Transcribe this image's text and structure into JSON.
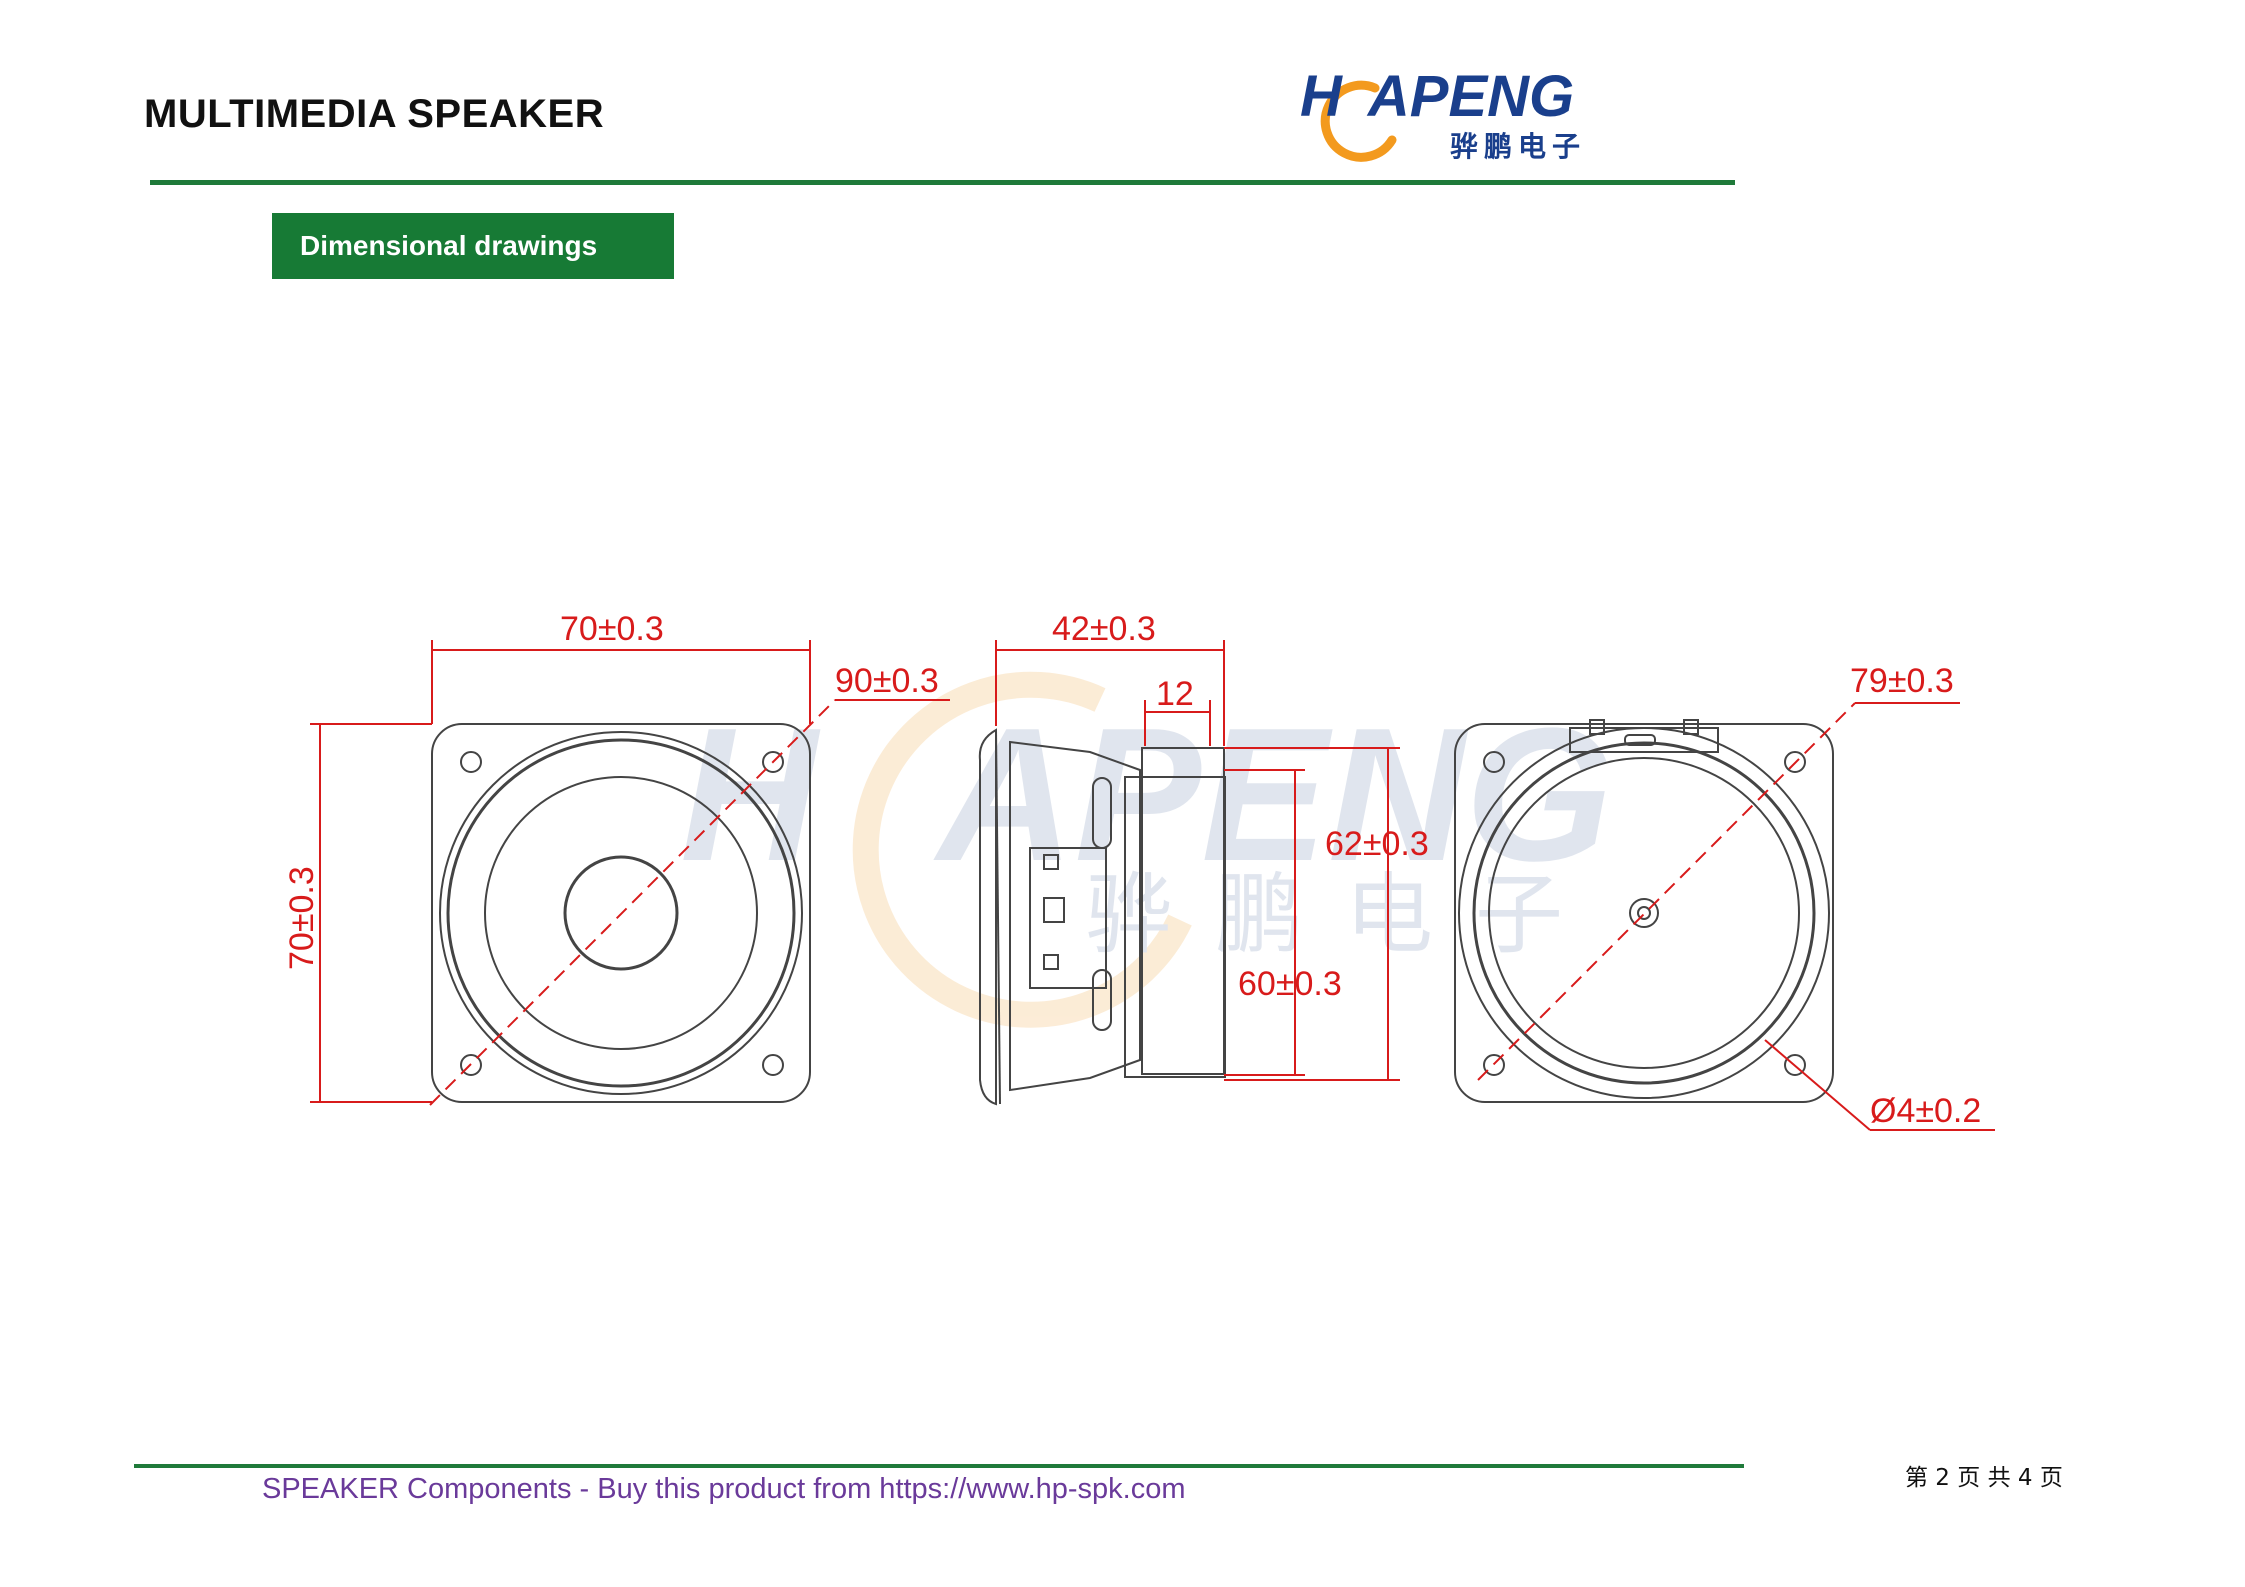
{
  "header": {
    "title": "MULTIMEDIA SPEAKER",
    "logo": {
      "name": "HUAPENG",
      "name_prefix": "H",
      "name_suffix": "APENG",
      "subtitle": "骅鹏电子",
      "color_primary": "#1a3f8c",
      "color_accent": "#f39a1e"
    }
  },
  "section": {
    "label": "Dimensional drawings",
    "color": "#177a35"
  },
  "drawing": {
    "front": {
      "width_label": "70±0.3",
      "height_label": "70±0.3",
      "diagonal_label": "90±0.3"
    },
    "side": {
      "depth_label": "42±0.3",
      "magnet_label": "12",
      "outer_label": "62±0.3",
      "inner_label": "60±0.3"
    },
    "back": {
      "diameter_label": "79±0.3",
      "hole_label": "Ø4±0.2"
    },
    "dimension_color": "#d81b1b"
  },
  "footer": {
    "text": "SPEAKER Components - Buy this product from https://www.hp-spk.com",
    "page": "第 2 页 共 4 页"
  }
}
